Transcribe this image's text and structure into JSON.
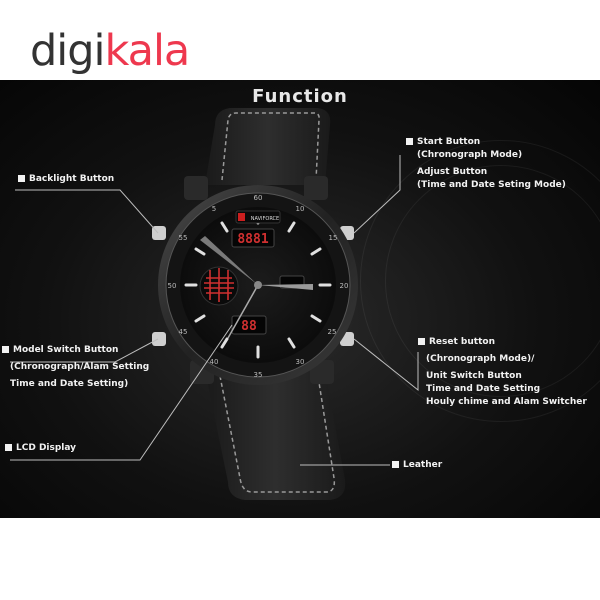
{
  "brand": {
    "part1": "digi",
    "part2": "kala",
    "primary_color": "#ee384e"
  },
  "panel": {
    "title": "Function"
  },
  "watch": {
    "brand_text": "NAVIFORCE",
    "lcd_top": "8881",
    "lcd_bottom": "88"
  },
  "callouts": {
    "start_button": {
      "label": "Start Button",
      "line2": "(Chronograph Mode)",
      "line3": "Adjust Button",
      "line4": "(Time and Date Seting Mode)"
    },
    "backlight_button": {
      "label": "Backlight Button"
    },
    "model_switch_button": {
      "label": "Model Switch Button",
      "line2": "(Chronograph/Alam Setting",
      "line3": "Time and Date Setting)"
    },
    "lcd_display": {
      "label": "LCD Display"
    },
    "reset_button": {
      "label": "Reset button",
      "line2": "(Chronograph Mode)/",
      "line3": "Unit Switch Button",
      "line4": "Time and Date Setting",
      "line5": "Houly chime and Alam Switcher"
    },
    "leather": {
      "label": "Leather"
    }
  }
}
